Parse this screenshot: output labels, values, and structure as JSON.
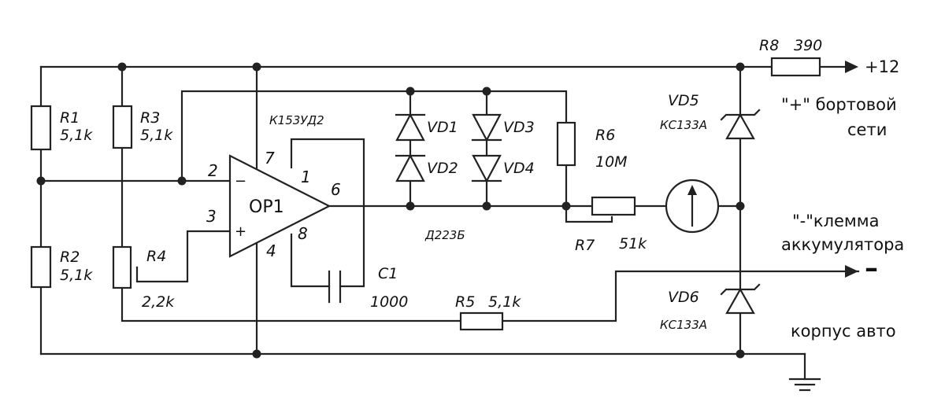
{
  "labels": {
    "r1_name": "R1",
    "r1_value": "5,1k",
    "r2_name": "R2",
    "r2_value": "5,1k",
    "r3_name": "R3",
    "r3_value": "5,1k",
    "r4_name": "R4",
    "r4_value": "2,2k",
    "r5_name": "R5",
    "r5_value": "5,1k",
    "r6_name": "R6",
    "r6_value": "10M",
    "r7_name": "R7",
    "r7_value": "51k",
    "r8_name": "R8",
    "r8_value": "390",
    "c1_name": "C1",
    "c1_value": "1000",
    "vd1": "VD1",
    "vd2": "VD2",
    "vd3": "VD3",
    "vd4": "VD4",
    "diode_type": "Д223Б",
    "vd5_name": "VD5",
    "vd5_type": "КС133А",
    "vd6_name": "VD6",
    "vd6_type": "КС133А",
    "opamp_name": "OP1",
    "opamp_type": "К153УД2",
    "opamp_minus": "−",
    "opamp_plus": "+",
    "pin_1": "1",
    "pin_2": "2",
    "pin_3": "3",
    "pin_4": "4",
    "pin_6": "6",
    "pin_7": "7",
    "pin_8": "8"
  },
  "terminals": {
    "plus12": "+12",
    "onboard_line1": "\"+\" бортовой",
    "onboard_line2": "сети",
    "battery_line1": "\"-\"клемма",
    "battery_line2": "аккумулятора",
    "battery_minus": "–",
    "chassis": "корпус авто"
  }
}
